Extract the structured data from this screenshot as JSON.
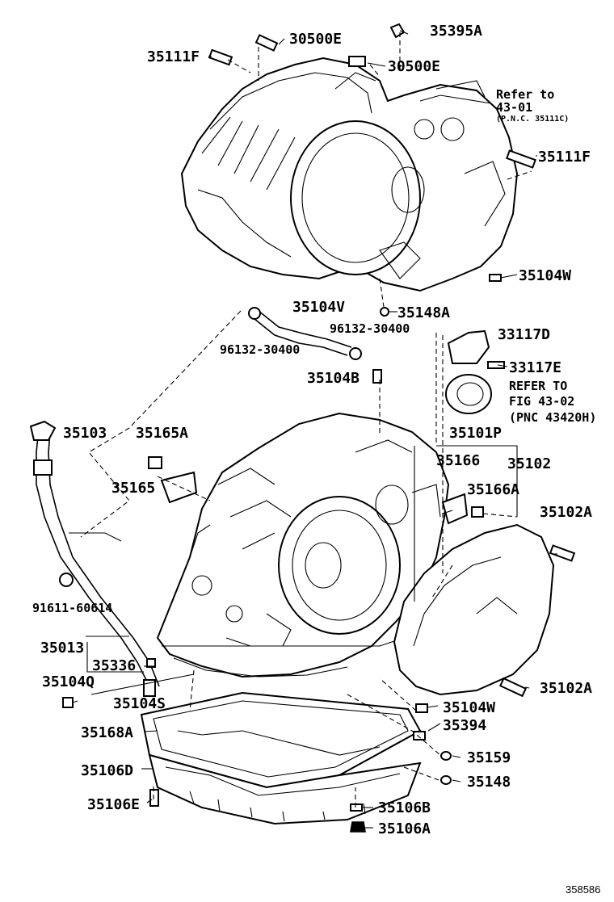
{
  "labels": {
    "p30500E_a": "30500E",
    "p35395A": "35395A",
    "p35111F_a": "35111F",
    "p30500E_b": "30500E",
    "refer_to_1": "Refer to",
    "ref_43_01": "43-01",
    "pnc_35111c": "(P.N.C. 35111C)",
    "p35111F_b": "35111F",
    "p35104W_a": "35104W",
    "p35104V": "35104V",
    "p35148A": "35148A",
    "p96132_a": "96132-30400",
    "p33117D": "33117D",
    "p96132_b": "96132-30400",
    "p33117E": "33117E",
    "p35104B": "35104B",
    "refer_to_2": "REFER TO",
    "fig_43_02": "FIG 43-02",
    "pnc_43420h": "(PNC 43420H)",
    "p35103": "35103",
    "p35165A": "35165A",
    "p35101P": "35101P",
    "p35166": "35166",
    "p35102": "35102",
    "p35165": "35165",
    "p35166A": "35166A",
    "p35102A_a": "35102A",
    "p91611": "91611-60614",
    "p35013": "35013",
    "p35336": "35336",
    "p35104Q": "35104Q",
    "p35104S": "35104S",
    "p35102A_b": "35102A",
    "p35104W_b": "35104W",
    "p35394": "35394",
    "p35168A": "35168A",
    "p35159": "35159",
    "p35106D": "35106D",
    "p35148": "35148",
    "p35106E": "35106E",
    "p35106B": "35106B",
    "p35106A": "35106A",
    "diagram_id": "358586"
  }
}
